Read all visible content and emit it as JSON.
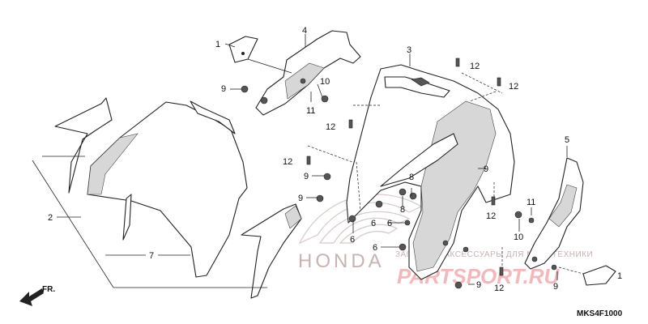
{
  "diagram": {
    "callouts": [
      {
        "id": "c1a",
        "label": "1"
      },
      {
        "id": "c1b",
        "label": "1"
      },
      {
        "id": "c2",
        "label": "2"
      },
      {
        "id": "c3",
        "label": "3"
      },
      {
        "id": "c4",
        "label": "4"
      },
      {
        "id": "c5",
        "label": "5"
      },
      {
        "id": "c6a",
        "label": "6"
      },
      {
        "id": "c6b",
        "label": "6"
      },
      {
        "id": "c6c",
        "label": "6"
      },
      {
        "id": "c6d",
        "label": "6"
      },
      {
        "id": "c7",
        "label": "7"
      },
      {
        "id": "c8a",
        "label": "8"
      },
      {
        "id": "c8b",
        "label": "8"
      },
      {
        "id": "c9a",
        "label": "9"
      },
      {
        "id": "c9b",
        "label": "9"
      },
      {
        "id": "c9c",
        "label": "9"
      },
      {
        "id": "c9d",
        "label": "9"
      },
      {
        "id": "c9e",
        "label": "9"
      },
      {
        "id": "c9f",
        "label": "9"
      },
      {
        "id": "c10a",
        "label": "10"
      },
      {
        "id": "c10b",
        "label": "10"
      },
      {
        "id": "c11a",
        "label": "11"
      },
      {
        "id": "c11b",
        "label": "11"
      },
      {
        "id": "c12a",
        "label": "12"
      },
      {
        "id": "c12b",
        "label": "12"
      },
      {
        "id": "c12c",
        "label": "12"
      },
      {
        "id": "c12d",
        "label": "12"
      },
      {
        "id": "c12e",
        "label": "12"
      },
      {
        "id": "c12f",
        "label": "12"
      }
    ],
    "direction_label": "FR.",
    "diagram_code": "MKS4F1000"
  },
  "watermark": {
    "brand": "HONDA",
    "tagline": "ЗАПЧАСТИ АКСЕССУАРЫ ДЛЯ МОТОТЕХНИКИ",
    "site": "PARTSPORT.RU"
  }
}
